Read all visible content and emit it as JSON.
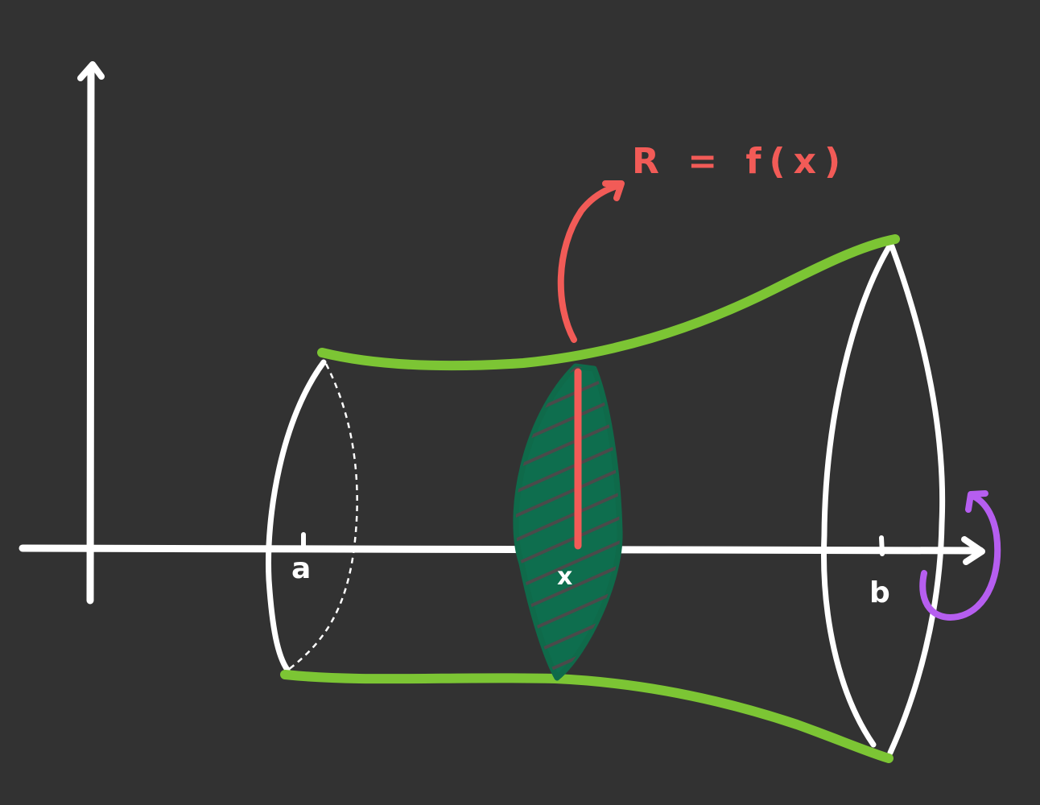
{
  "labels": {
    "a": "a",
    "x": "x",
    "b": "b",
    "radius": "R = f(x)"
  },
  "colors": {
    "background": "#323232",
    "axis": "#ffffff",
    "curve": "#7cc534",
    "slice_fill": "#0e6e4e",
    "slice_stroke": "#0f6a4a",
    "radius": "#f25b57",
    "rotation": "#b65ef0"
  }
}
